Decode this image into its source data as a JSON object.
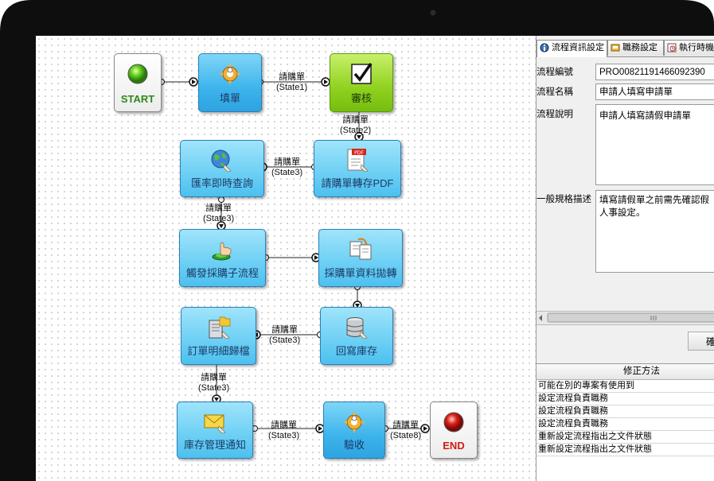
{
  "nodes": {
    "start": {
      "label": "START"
    },
    "fill_form": {
      "label": "填單"
    },
    "review": {
      "label": "審核"
    },
    "exchange_rate": {
      "label": "匯率即時查詢"
    },
    "convert_pdf": {
      "label": "請購單轉存PDF"
    },
    "trigger_sub": {
      "label": "觸發採購子流程"
    },
    "data_transfer": {
      "label": "採購單資料拋轉"
    },
    "order_archive": {
      "label": "訂單明細歸檔"
    },
    "write_stock": {
      "label": "回寫庫存"
    },
    "stock_notify": {
      "label": "庫存管理通知"
    },
    "accept": {
      "label": "驗收"
    },
    "end": {
      "label": "END"
    }
  },
  "edges": {
    "e1": {
      "line1": "請購單",
      "line2": "(State1)"
    },
    "e2": {
      "line1": "請購單",
      "line2": "(State2)"
    },
    "e3": {
      "line1": "請購單",
      "line2": "(State3)"
    },
    "e4": {
      "line1": "請購單",
      "line2": "(State3)"
    },
    "e5": {
      "line1": "請購單",
      "line2": "(State3)"
    },
    "e6": {
      "line1": "請購單",
      "line2": "(State3)"
    },
    "e7": {
      "line1": "請購單",
      "line2": "(State3)"
    },
    "e8": {
      "line1": "請購單",
      "line2": "(State8)"
    }
  },
  "panel": {
    "tabs": [
      {
        "label": "流程資訊設定",
        "icon": "flow-info-icon"
      },
      {
        "label": "職務設定",
        "icon": "job-icon"
      },
      {
        "label": "執行時機",
        "icon": "timer-icon"
      }
    ],
    "fields": {
      "id_label": "流程編號",
      "id_value": "PRO00821191466092390",
      "name_label": "流程名稱",
      "name_value": "申請人填寫申請單",
      "desc_label": "流程說明",
      "desc_value": "申請人填寫請假申請單",
      "spec_label": "一般規格描述",
      "spec_value_1": "填寫請假單之前需先確認假",
      "spec_value_2": "人事設定。"
    },
    "ok_label": "確",
    "table": {
      "header": "修正方法",
      "rows": [
        "可能在別的專案有使用到",
        "設定流程負責職務",
        "設定流程負責職務",
        "設定流程負責職務",
        "重新設定流程指出之文件狀態",
        "重新設定流程指出之文件狀態"
      ]
    }
  },
  "colors": {
    "node_blue": "#3db4ec",
    "node_green": "#8fd11f",
    "bezel": "#111111"
  }
}
